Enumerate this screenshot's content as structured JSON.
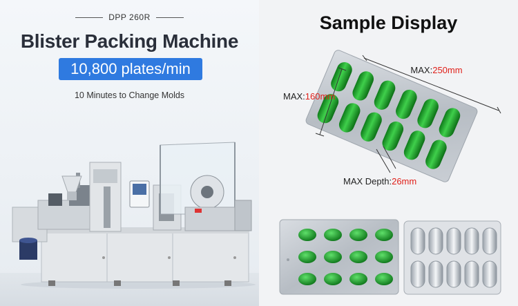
{
  "left_panel": {
    "model": "DPP 260R",
    "title": "Blister Packing Machine",
    "speed": "10,800 plates/min",
    "mold_change": "10 Minutes to Change Molds"
  },
  "right_panel": {
    "title": "Sample Display",
    "max_length_label": "MAX:",
    "max_length_value": "250mm",
    "max_width_label": "MAX:",
    "max_width_value": "160mm",
    "max_depth_label": "MAX Depth:",
    "max_depth_value": "26mm"
  },
  "colors": {
    "accent_blue": "#2f7ae0",
    "highlight_red": "#e0201a",
    "capsule_green": "#1f9b2c"
  }
}
